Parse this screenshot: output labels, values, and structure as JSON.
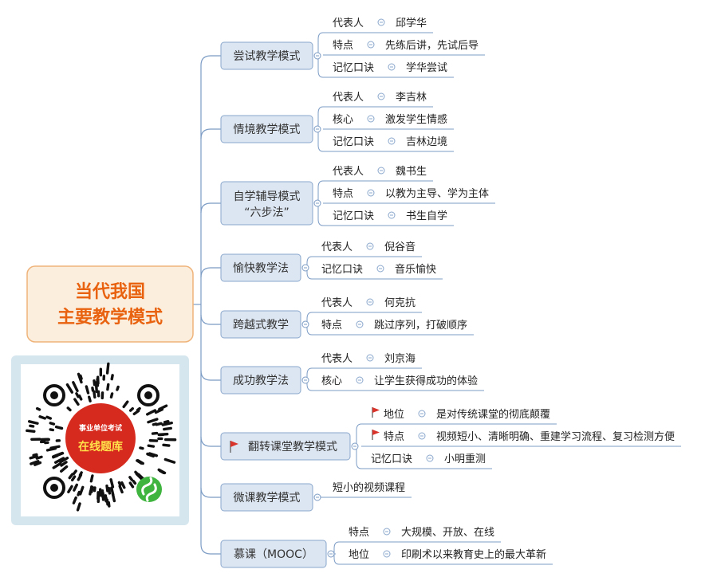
{
  "root": {
    "lines": [
      "当代我国",
      "主要教学模式"
    ]
  },
  "qr": {
    "line1": "事业单位考试",
    "line2": "在线题库"
  },
  "colors": {
    "root_fill": "#fbeedd",
    "root_stroke": "#efb47b",
    "root_text": "#e8620f",
    "branch_fill": "#dce6f2",
    "branch_stroke": "#8aa7cc",
    "line": "#7b9bc4",
    "flag": "#d9342b",
    "qr_frame": "#d6e6ee",
    "qr_badge": "#d72a1e",
    "qr_logo": "#3fb43f"
  },
  "branches": [
    {
      "label": [
        "尝试教学模式"
      ],
      "items": [
        {
          "k": "代表人",
          "v": "邱学华"
        },
        {
          "k": "特点",
          "v": "先练后讲，先试后导"
        },
        {
          "k": "记忆口诀",
          "v": "学华尝试"
        }
      ]
    },
    {
      "label": [
        "情境教学模式"
      ],
      "items": [
        {
          "k": "代表人",
          "v": "李吉林"
        },
        {
          "k": "核心",
          "v": "激发学生情感"
        },
        {
          "k": "记忆口诀",
          "v": "吉林边境"
        }
      ]
    },
    {
      "label": [
        "自学辅导模式",
        "“六步法”"
      ],
      "items": [
        {
          "k": "代表人",
          "v": "魏书生"
        },
        {
          "k": "特点",
          "v": "以教为主导、学为主体"
        },
        {
          "k": "记忆口诀",
          "v": "书生自学"
        }
      ]
    },
    {
      "label": [
        "愉快教学法"
      ],
      "items": [
        {
          "k": "代表人",
          "v": "倪谷音"
        },
        {
          "k": "记忆口诀",
          "v": "音乐愉快"
        }
      ]
    },
    {
      "label": [
        "跨越式教学"
      ],
      "items": [
        {
          "k": "代表人",
          "v": "何克抗"
        },
        {
          "k": "特点",
          "v": "跳过序列，打破顺序"
        }
      ]
    },
    {
      "label": [
        "成功教学法"
      ],
      "items": [
        {
          "k": "代表人",
          "v": "刘京海"
        },
        {
          "k": "核心",
          "v": "让学生获得成功的体验"
        }
      ]
    },
    {
      "label": [
        "翻转课堂教学模式"
      ],
      "flag": true,
      "items": [
        {
          "k": "地位",
          "v": "是对传统课堂的彻底颠覆",
          "flag": true
        },
        {
          "k": "特点",
          "v": "视频短小、清晰明确、重建学习流程、复习检测方便",
          "flag": true
        },
        {
          "k": "记忆口诀",
          "v": "小明重测"
        }
      ]
    },
    {
      "label": [
        "微课教学模式"
      ],
      "items": [
        {
          "k": "短小的视频课程"
        }
      ]
    },
    {
      "label": [
        "慕课（MOOC）"
      ],
      "items": [
        {
          "k": "特点",
          "v": "大规模、开放、在线"
        },
        {
          "k": "地位",
          "v": "印刷术以来教育史上的最大革新"
        }
      ]
    }
  ]
}
